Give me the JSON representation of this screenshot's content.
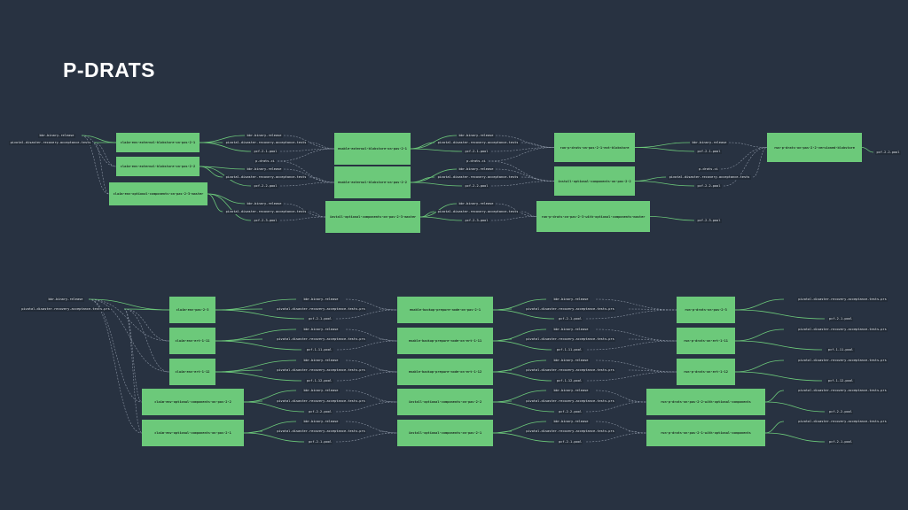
{
  "title": "P-DRATS",
  "colors": {
    "background": "#283241",
    "job": "#6cc97a",
    "edge_solid": "#6cc97a",
    "edge_dashed": "#8a94a3"
  },
  "pipeline1": {
    "nodes": {
      "r_bbr": "bbr-binary-release",
      "r_pdrat": "pivotal-disaster-recovery-acceptance-tests",
      "j_c1": "claim-env-external-blobstore-on-pas-2-1",
      "j_c2": "claim-env-external-blobstore-on-pas-2-2",
      "j_c3": "claim-env-optional-components-on-pas-2-3-master",
      "r_bbr_a": "bbr-binary-release",
      "r_pdrat_a": "pivotal-disaster-recovery-acceptance-tests",
      "r_pcf21_a": "pcf-2-1-pool",
      "r_pdrats_ci_a": "p-drats-ci",
      "r_bbr_b": "bbr-binary-release",
      "r_pdrat_b": "pivotal-disaster-recovery-acceptance-tests",
      "r_pcf22_a": "pcf-2-2-pool",
      "r_bbr_c": "bbr-binary-release",
      "r_pdrat_c": "pivotal-disaster-recovery-acceptance-tests",
      "r_pcf23_a": "pcf-2-3-pool",
      "j_e1": "enable-external-blobstore-on-pas-2-1",
      "j_e2": "enable-external-blobstore-on-pas-2-2",
      "j_i3": "install-optional-components-on-pas-2-3-master",
      "r_bbr_d": "bbr-binary-release",
      "r_pdrat_d": "pivotal-disaster-recovery-acceptance-tests",
      "r_pcf21_b": "pcf-2-1-pool",
      "r_pdrats_ci_b": "p-drats-ci",
      "r_bbr_e": "bbr-binary-release",
      "r_pdrat_e": "pivotal-disaster-recovery-acceptance-tests",
      "r_pcf22_b": "pcf-2-2-pool",
      "r_bbr_f": "bbr-binary-release",
      "r_pdrat_f": "pivotal-disaster-recovery-acceptance-tests",
      "r_pcf23_b": "pcf-2-3-pool",
      "j_r1": "run-p-drats-on-pas-2-1-ext-blobstore",
      "j_i2": "install-optional-components-on-pas-2-2",
      "j_r3": "run-p-drats-on-pas-2-3-with-optional-components-master",
      "r_bbr_g": "bbr-binary-release",
      "r_pcf21_c": "pcf-2-1-pool",
      "r_pdrats_ci_c": "p-drats-ci",
      "r_pdrat_g": "pivotal-disaster-recovery-acceptance-tests",
      "r_pcf22_c": "pcf-2-2-pool",
      "r_pcf23_c": "pcf-2-3-pool",
      "j_r2": "run-p-drats-on-pas-2-2-versioned-blobstore",
      "r_pcf22_d": "pcf-2-2-pool"
    }
  },
  "pipeline2": {
    "nodes": {
      "r_bbr": "bbr-binary-release",
      "r_pdrat": "pivotal-disaster-recovery-acceptance-tests-prs",
      "j_c23": "claim-env-pas-2-3",
      "j_c111": "claim-env-ert-1-11",
      "j_c112": "claim-env-ert-1-12",
      "j_c22": "claim-env-optional-components-on-pas-2-2",
      "j_c21": "claim-env-optional-components-on-pas-2-1",
      "r_bbr_1": "bbr-binary-release",
      "r_pdrat_1": "pivotal-disaster-recovery-acceptance-tests-prs",
      "r_pcf21_1": "pcf-2-1-pool",
      "r_bbr_2": "bbr-binary-release",
      "r_pdrat_2": "pivotal-disaster-recovery-acceptance-tests-prs",
      "r_pcf111_1": "pcf-1-11-pool",
      "r_bbr_3": "bbr-binary-release",
      "r_pdrat_3": "pivotal-disaster-recovery-acceptance-tests-prs",
      "r_pcf112_1": "pcf-1-12-pool",
      "r_bbr_4": "bbr-binary-release",
      "r_pdrat_4": "pivotal-disaster-recovery-acceptance-tests-prs",
      "r_pcf22_1": "pcf-2-2-pool",
      "r_bbr_5": "bbr-binary-release",
      "r_pdrat_5": "pivotal-disaster-recovery-acceptance-tests-prs",
      "r_pcf21_5": "pcf-2-1-pool",
      "j_e21": "enable-backup-prepare-node-on-pas-2-1",
      "j_e111": "enable-backup-prepare-node-on-ert-1-11",
      "j_e112": "enable-backup-prepare-node-on-ert-1-12",
      "j_i22": "install-optional-components-on-pas-2-2",
      "j_i21": "install-optional-components-on-pas-2-1",
      "r_bbr_6": "bbr-binary-release",
      "r_pdrat_6": "pivotal-disaster-recovery-acceptance-tests-prs",
      "r_pcf21_6": "pcf-2-1-pool",
      "r_bbr_7": "bbr-binary-release",
      "r_pdrat_7": "pivotal-disaster-recovery-acceptance-tests-prs",
      "r_pcf111_7": "pcf-1-11-pool",
      "r_bbr_8": "bbr-binary-release",
      "r_pdrat_8": "pivotal-disaster-recovery-acceptance-tests-prs",
      "r_pcf112_8": "pcf-1-12-pool",
      "r_bbr_9": "bbr-binary-release",
      "r_pdrat_9": "pivotal-disaster-recovery-acceptance-tests-prs",
      "r_pcf22_9": "pcf-2-2-pool",
      "r_bbr_10": "bbr-binary-release",
      "r_pdrat_10": "pivotal-disaster-recovery-acceptance-tests-prs",
      "r_pcf21_10": "pcf-2-1-pool",
      "j_r23": "run-p-drats-on-pas-2-3",
      "j_r111": "run-p-drats-on-ert-1-11",
      "j_r112": "run-p-drats-on-ert-1-12",
      "j_r22o": "run-p-drats-on-pas-2-2-with-optional-components",
      "j_r21o": "run-p-drats-on-pas-2-1-with-optional-components",
      "r_pdrat_o1": "pivotal-disaster-recovery-acceptance-tests-prs",
      "r_pcf21_o1": "pcf-2-1-pool",
      "r_pdrat_o2": "pivotal-disaster-recovery-acceptance-tests-prs",
      "r_pcf111_o2": "pcf-1-11-pool",
      "r_pdrat_o3": "pivotal-disaster-recovery-acceptance-tests-prs",
      "r_pcf112_o3": "pcf-1-12-pool",
      "r_pdrat_o4": "pivotal-disaster-recovery-acceptance-tests-prs",
      "r_pcf22_o4": "pcf-2-2-pool",
      "r_pdrat_o5": "pivotal-disaster-recovery-acceptance-tests-prs",
      "r_pcf21_o5": "pcf-2-1-pool"
    }
  }
}
